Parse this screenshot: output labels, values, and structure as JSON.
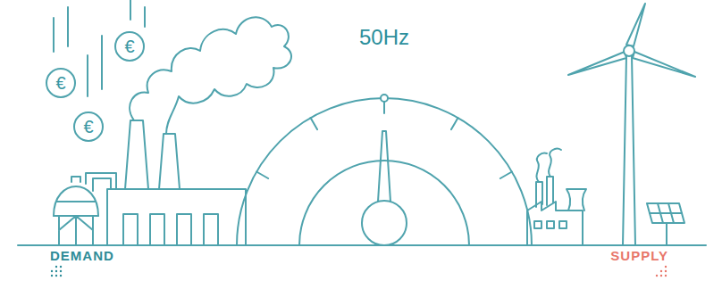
{
  "diagram": {
    "nodes": [
      {
        "text": [
          "€"
        ]
      },
      {
        "text": [
          "€"
        ]
      },
      {
        "text": [
          "€"
        ]
      }
    ],
    "labels": [
      "50Hz",
      "DEMAND",
      "SUPPLY"
    ]
  }
}
